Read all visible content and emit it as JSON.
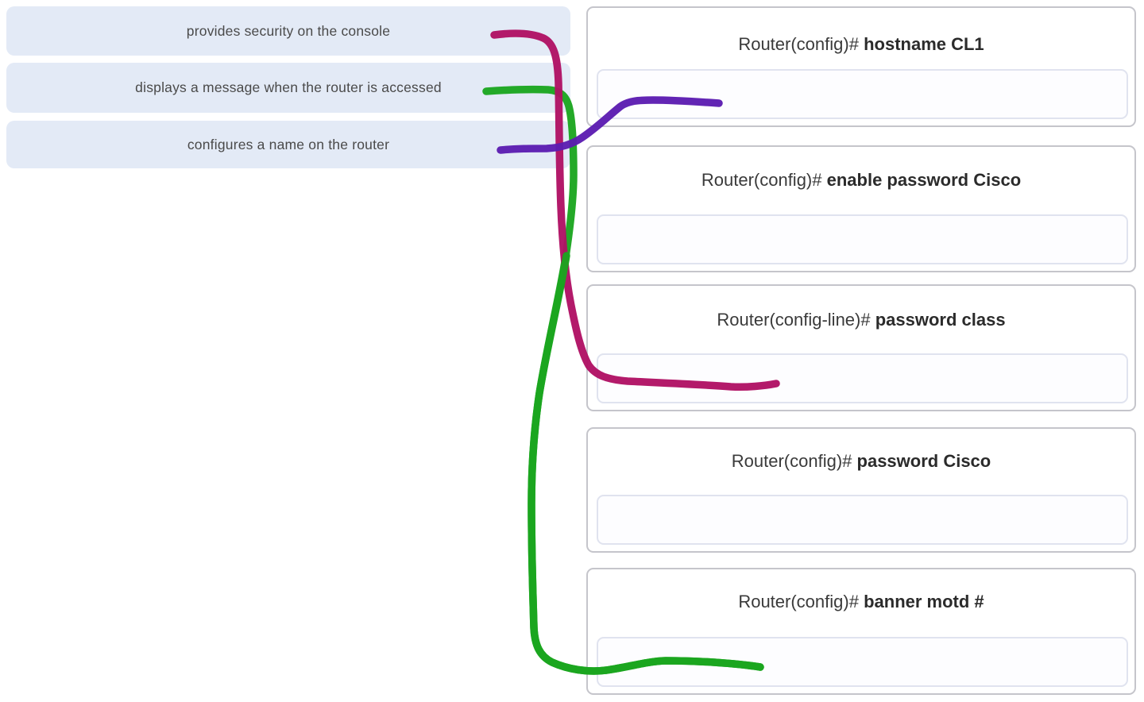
{
  "descriptions": {
    "items": [
      {
        "label": "provides security on the console"
      },
      {
        "label": "displays a message when the router is accessed"
      },
      {
        "label": "configures a name on the router"
      }
    ]
  },
  "commands": {
    "items": [
      {
        "prefix": "Router(config)# ",
        "command": "hostname CL1"
      },
      {
        "prefix": "Router(config)# ",
        "command": "enable password Cisco"
      },
      {
        "prefix": "Router(config-line)# ",
        "command": "password class"
      },
      {
        "prefix": "Router(config)# ",
        "command": "password Cisco"
      },
      {
        "prefix": "Router(config)# ",
        "command": "banner motd #"
      }
    ]
  },
  "connections": [
    {
      "from": "provides security on the console",
      "to": "password class",
      "color": "#b01164"
    },
    {
      "from": "displays a message when the router is accessed",
      "to": "banner motd #",
      "color": "#1ba51f"
    },
    {
      "from": "configures a name on the router",
      "to": "hostname CL1",
      "color": "#5c1cb1"
    }
  ],
  "colors": {
    "description_box_bg": "#e3eaf6",
    "command_box_border": "#c5c5cb",
    "drop_zone_border": "#e0e3ef",
    "description_text": "#4a4a4a",
    "command_text": "#3a3a3a"
  }
}
